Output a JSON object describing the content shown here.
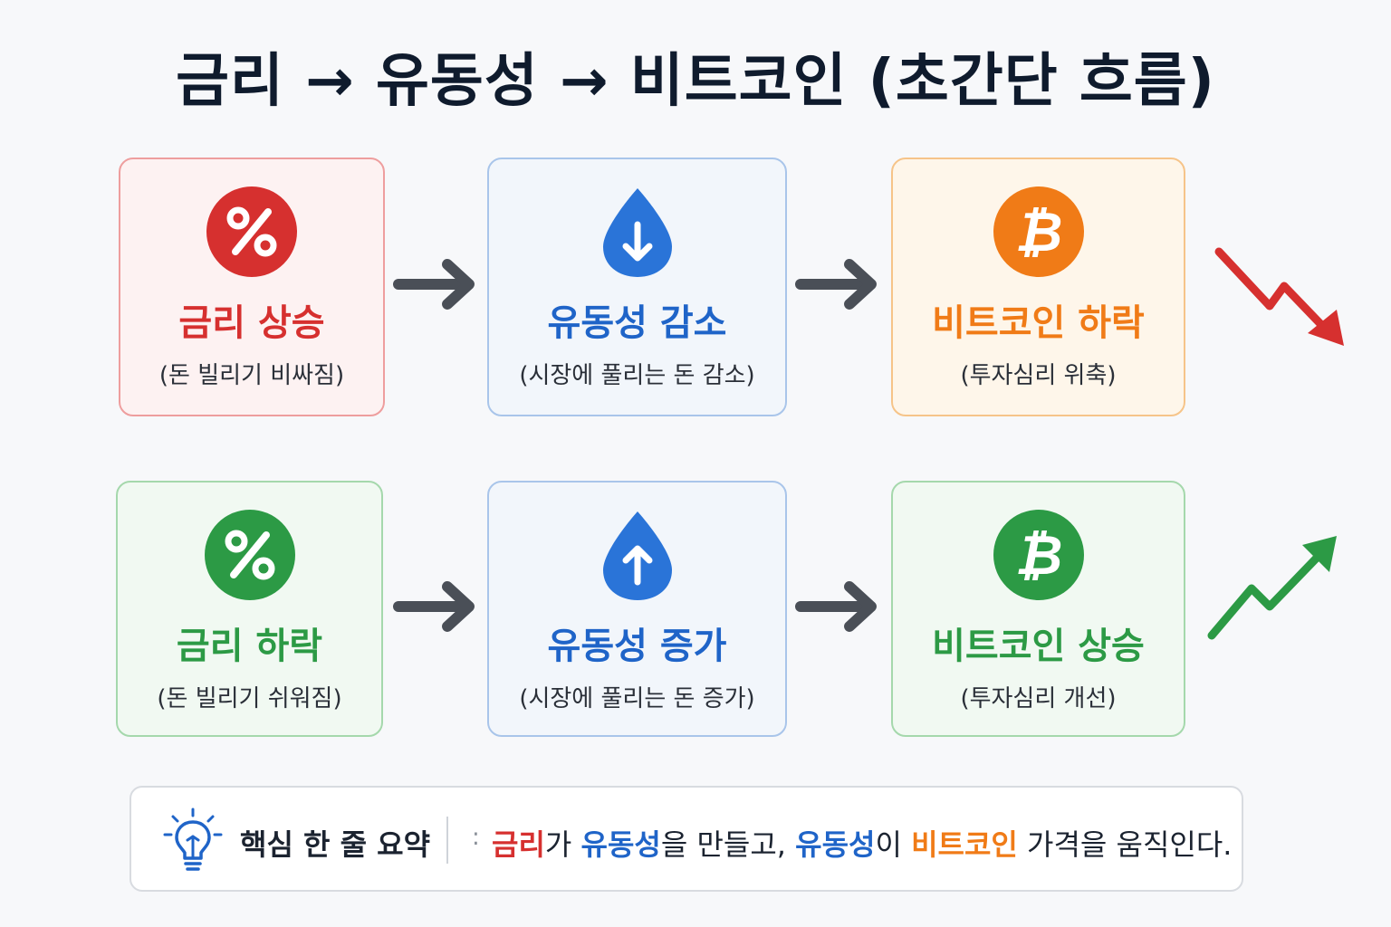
{
  "title": "금리 → 유동성 → 비트코인 (초간단 흐름)",
  "rows": [
    {
      "cards": [
        {
          "icon": "percent-icon",
          "label": "금리 상승",
          "sub": "(돈 빌리기 비싸짐)",
          "color": "#d6302f"
        },
        {
          "icon": "water-drop-down-icon",
          "label": "유동성 감소",
          "sub": "(시장에 풀리는 돈 감소)",
          "color": "#1f64c8"
        },
        {
          "icon": "bitcoin-icon",
          "label": "비트코인 하락",
          "sub": "(투자심리 위축)",
          "color": "#f07b17"
        }
      ],
      "trend": "trend-down-icon"
    },
    {
      "cards": [
        {
          "icon": "percent-icon",
          "label": "금리 하락",
          "sub": "(돈 빌리기 쉬워짐)",
          "color": "#2c9a45"
        },
        {
          "icon": "water-drop-up-icon",
          "label": "유동성 증가",
          "sub": "(시장에 풀리는 돈 증가)",
          "color": "#1f64c8"
        },
        {
          "icon": "bitcoin-icon",
          "label": "비트코인 상승",
          "sub": "(투자심리 개선)",
          "color": "#2c9a45"
        }
      ],
      "trend": "trend-up-icon"
    }
  ],
  "summary": {
    "heading": "핵심 한 줄 요약",
    "colon": ":",
    "parts": {
      "p1": "금리",
      "p2": "가 ",
      "p3": "유동성",
      "p4": "을 만들고, ",
      "p5": "유동성",
      "p6": "이 ",
      "p7": "비트코인",
      "p8": " 가격을 움직인다."
    }
  },
  "colors": {
    "red": "#d6302f",
    "blue": "#1f64c8",
    "orange": "#f07b17",
    "green": "#2c9a45",
    "arrow": "#4a4f57"
  }
}
